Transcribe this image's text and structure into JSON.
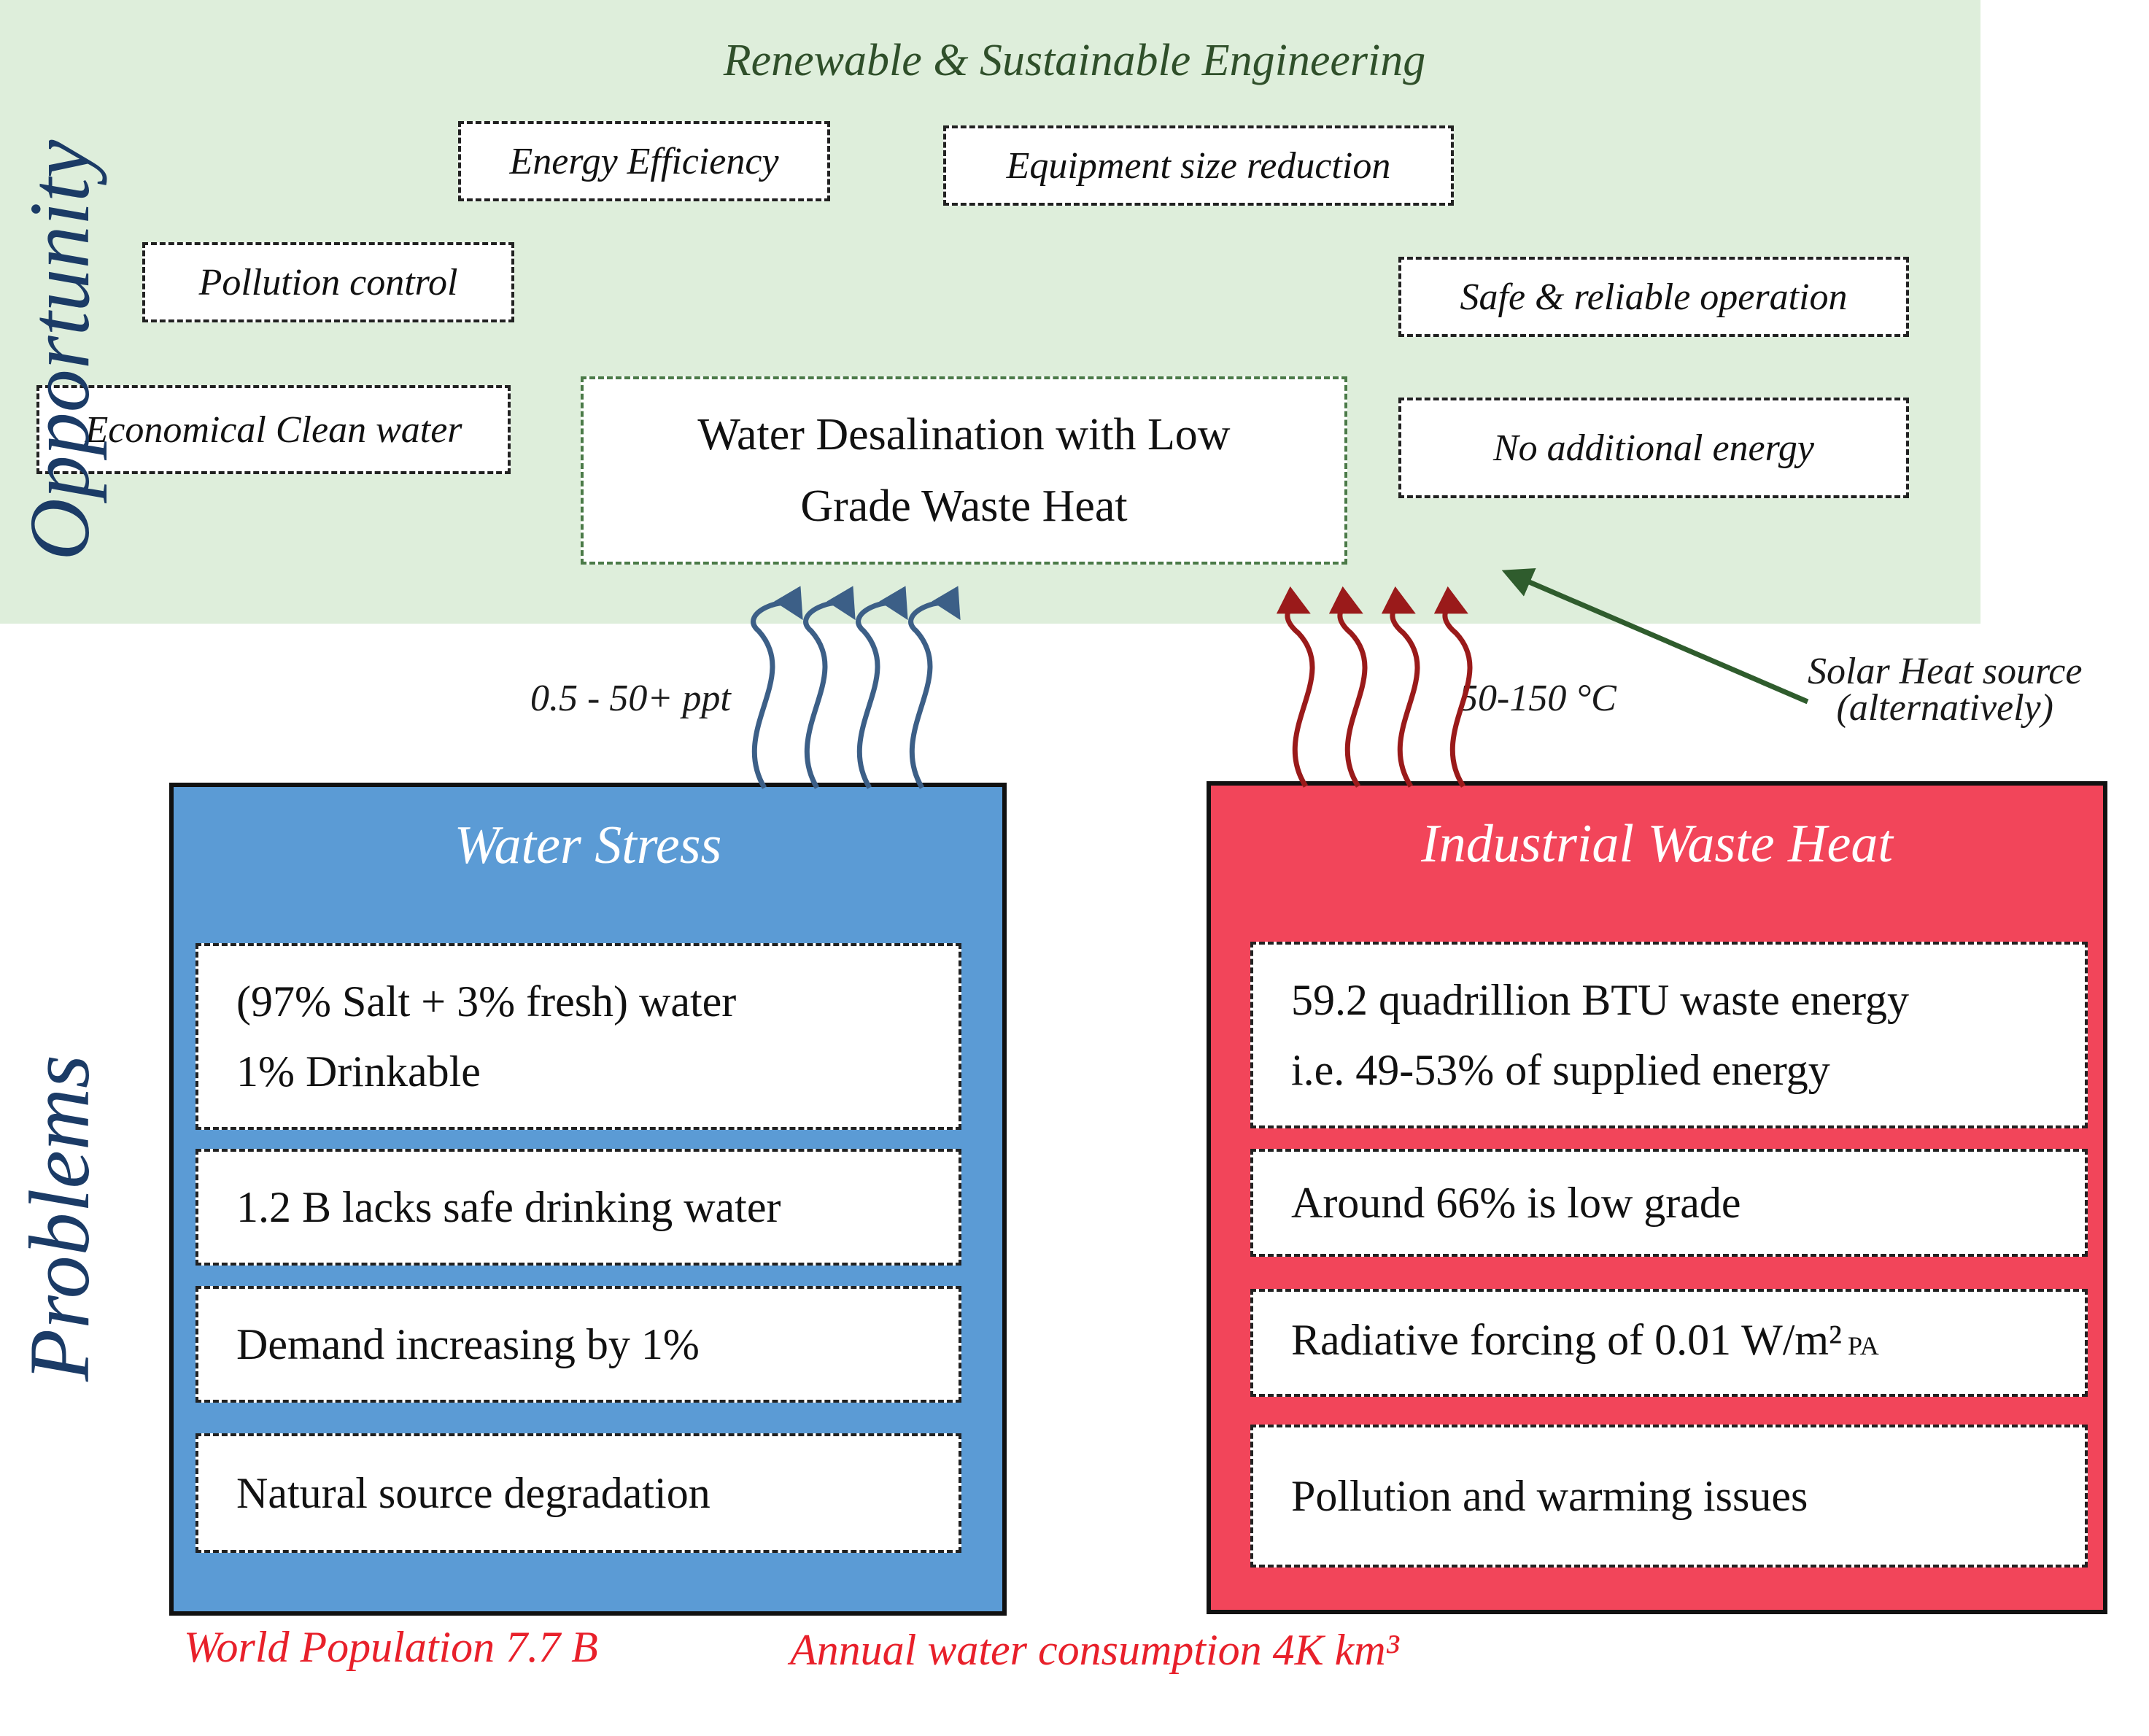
{
  "opportunity": {
    "side_label": "Opportunity",
    "title": "Renewable & Sustainable Engineering",
    "items": [
      "Energy Efficiency",
      "Equipment size reduction",
      "Pollution control",
      "Safe & reliable operation",
      "Economical Clean water",
      "No additional energy"
    ],
    "center": {
      "line1": "Water Desalination with Low",
      "line2": "Grade Waste Heat"
    }
  },
  "connectors": {
    "salinity_label": "0.5 - 50+ ppt",
    "temperature_label": "50-150 °C",
    "solar_label_line1": "Solar Heat source",
    "solar_label_line2": "(alternatively)"
  },
  "problems": {
    "side_label": "Problems",
    "water_stress": {
      "title": "Water Stress",
      "items": [
        {
          "line1": "(97% Salt + 3% fresh) water",
          "line2": "1% Drinkable"
        },
        {
          "line1": "1.2 B lacks safe drinking water"
        },
        {
          "line1": "Demand increasing by 1%"
        },
        {
          "line1": "Natural source degradation"
        }
      ]
    },
    "waste_heat": {
      "title": "Industrial Waste Heat",
      "items": [
        {
          "line1": "59.2 quadrillion BTU waste energy",
          "line2": "i.e. 49-53% of supplied energy"
        },
        {
          "line1": "Around 66% is low grade"
        },
        {
          "line1": "Radiative forcing of 0.01 W/m²",
          "suffix": "PA"
        },
        {
          "line1": "Pollution and warming issues"
        }
      ]
    },
    "footnote_population": "World Population 7.7 B",
    "footnote_consumption": "Annual water consumption 4K km³"
  },
  "colors": {
    "border": "#1f6fc4",
    "opportunity_bg": "#deeedb",
    "water_panel": "#5b9bd5",
    "heat_panel": "#f2455a",
    "blue_arrow": "#3c5f87",
    "red_arrow": "#9a1a1a",
    "green_arrow": "#2f5c2d",
    "note_red": "#e8202a"
  }
}
